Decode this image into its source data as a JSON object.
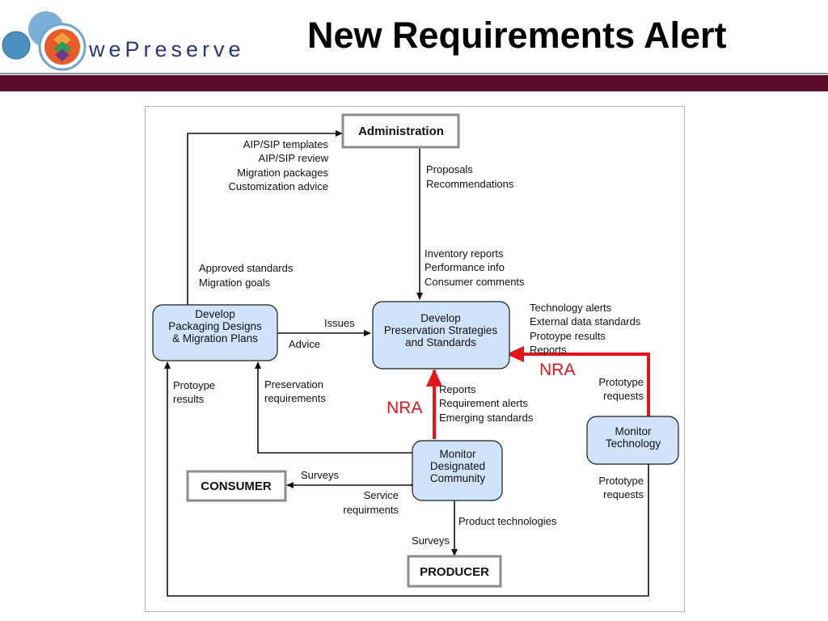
{
  "header": {
    "title": "New Requirements Alert",
    "logo_text": "wePreserve",
    "accent_color": "#5a0a2b"
  },
  "diagram": {
    "nodes": {
      "administration": "Administration",
      "consumer": "CONSUMER",
      "producer": "PRODUCER",
      "develop_packaging": [
        "Develop",
        "Packaging Designs",
        "& Migration Plans"
      ],
      "develop_preservation": [
        "Develop",
        "Preservation Strategies",
        "and Standards"
      ],
      "monitor_community": [
        "Monitor",
        "Designated",
        "Community"
      ],
      "monitor_technology": [
        "Monitor",
        "Technology"
      ]
    },
    "labels": {
      "admin_left": [
        "AIP/SIP templates",
        "AIP/SIP review",
        "Migration  packages",
        "Customization advice"
      ],
      "approved": [
        "Approved standards",
        "Migration goals"
      ],
      "proposals": [
        "Proposals",
        "Recommendations"
      ],
      "inventory": [
        "Inventory reports",
        "Performance info",
        "Consumer comments"
      ],
      "issues": "Issues",
      "advice": "Advice",
      "tech_alerts": [
        "Technology alerts",
        "External data standards",
        "Protoype results",
        "Reports"
      ],
      "protoype_results": [
        "Protoype",
        "results"
      ],
      "preservation_req": [
        "Preservation",
        "requirements"
      ],
      "reports_block": [
        "Reports",
        "Requirement alerts",
        "Emerging standards"
      ],
      "prototype_req_upper": [
        "Prototype",
        "requests"
      ],
      "prototype_req_lower": [
        "Prototype",
        "requests"
      ],
      "surveys_consumer": "Surveys",
      "service_req": [
        "Service",
        "requirments"
      ],
      "product_tech": "Product  technologies",
      "surveys_producer": "Surveys",
      "nra_left": "NRA",
      "nra_right": "NRA"
    },
    "colors": {
      "box_fill": "#cfe3fa",
      "box_stroke": "#1c1c1c",
      "ext_stroke": "#8c8c8c",
      "nra_color": "#e8141b"
    }
  }
}
